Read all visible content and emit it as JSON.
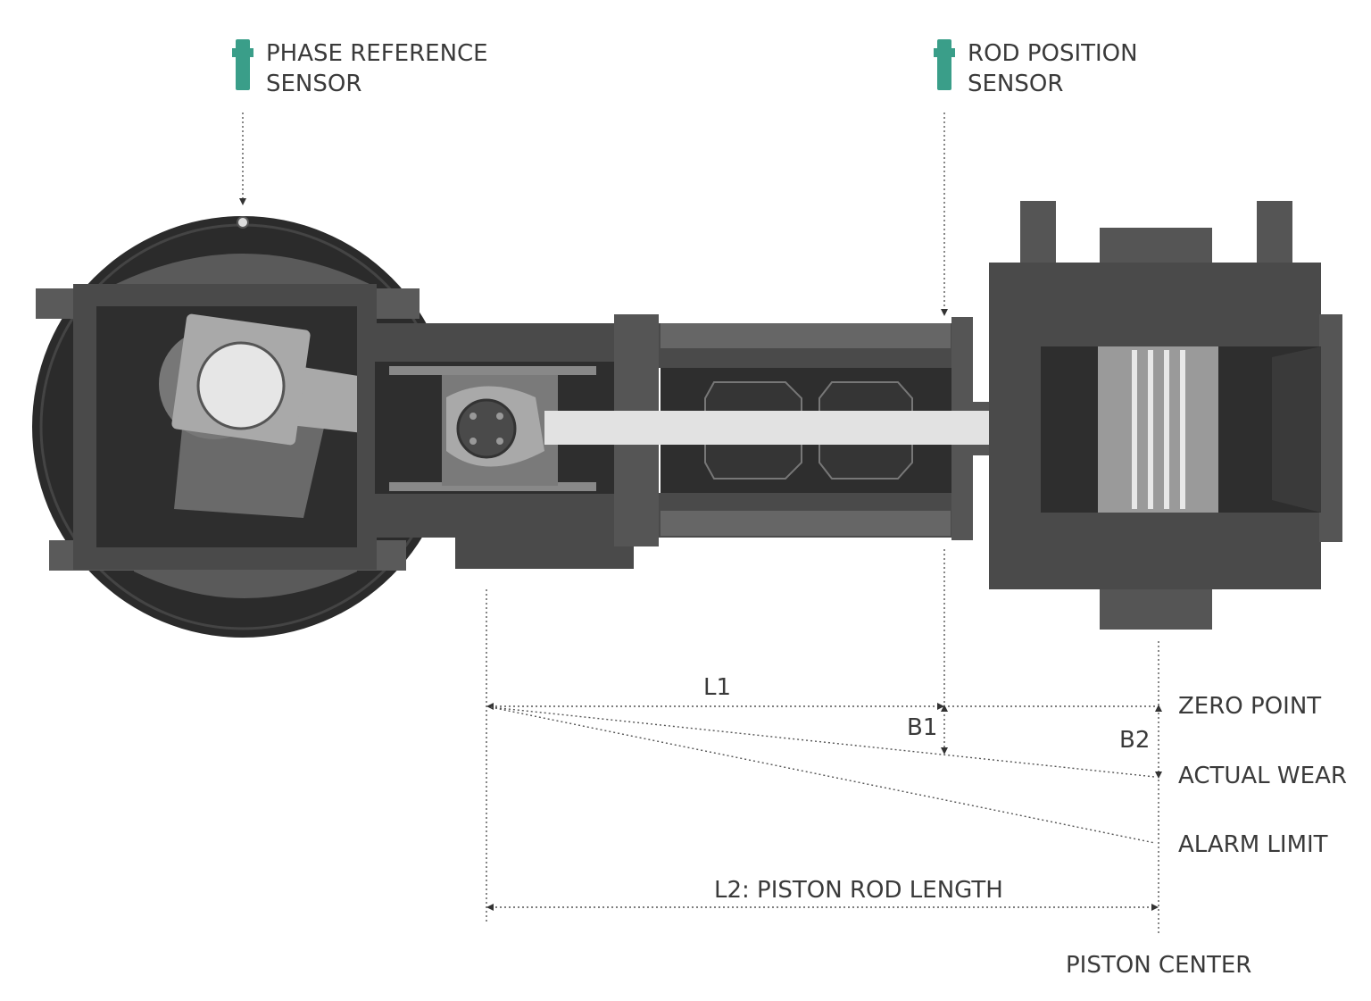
{
  "sensors": {
    "phase_reference": {
      "line1": "PHASE REFERENCE",
      "line2": "SENSOR",
      "color": "#3a9e89"
    },
    "rod_position": {
      "line1": "ROD POSITION",
      "line2": "SENSOR",
      "color": "#3a9e89"
    }
  },
  "dimensions": {
    "l1": "L1",
    "b1": "B1",
    "b2": "B2",
    "l2": "L2: PISTON ROD LENGTH"
  },
  "levels": {
    "zero_point": "ZERO POINT",
    "actual_wear": "ACTUAL WEAR",
    "alarm_limit": "ALARM LIMIT"
  },
  "piston_center": "PISTON CENTER",
  "colors": {
    "dark": "#2b2b2b",
    "mid": "#4a4a4a",
    "frame": "#5a5a5a",
    "light": "#6e6e6e",
    "rod": "#e2e2e2",
    "conrod": "#a9a9a9",
    "sensor": "#3a9e89"
  }
}
